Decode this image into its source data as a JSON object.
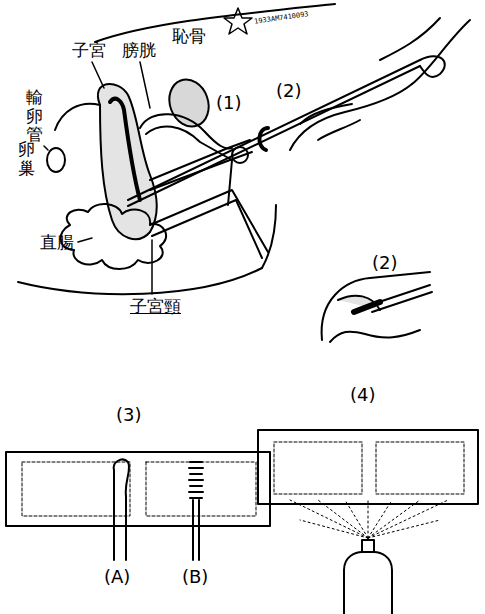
{
  "diagram": {
    "labels": [
      "1933AM7410093",
      "子宮",
      "膀胱",
      "恥骨",
      "(1)",
      "(2)",
      "輸卵管",
      "卵巢",
      "直腸",
      "子宮頸",
      "(2)",
      "(3)",
      "(A)",
      "(B)",
      "(4)"
    ]
  }
}
